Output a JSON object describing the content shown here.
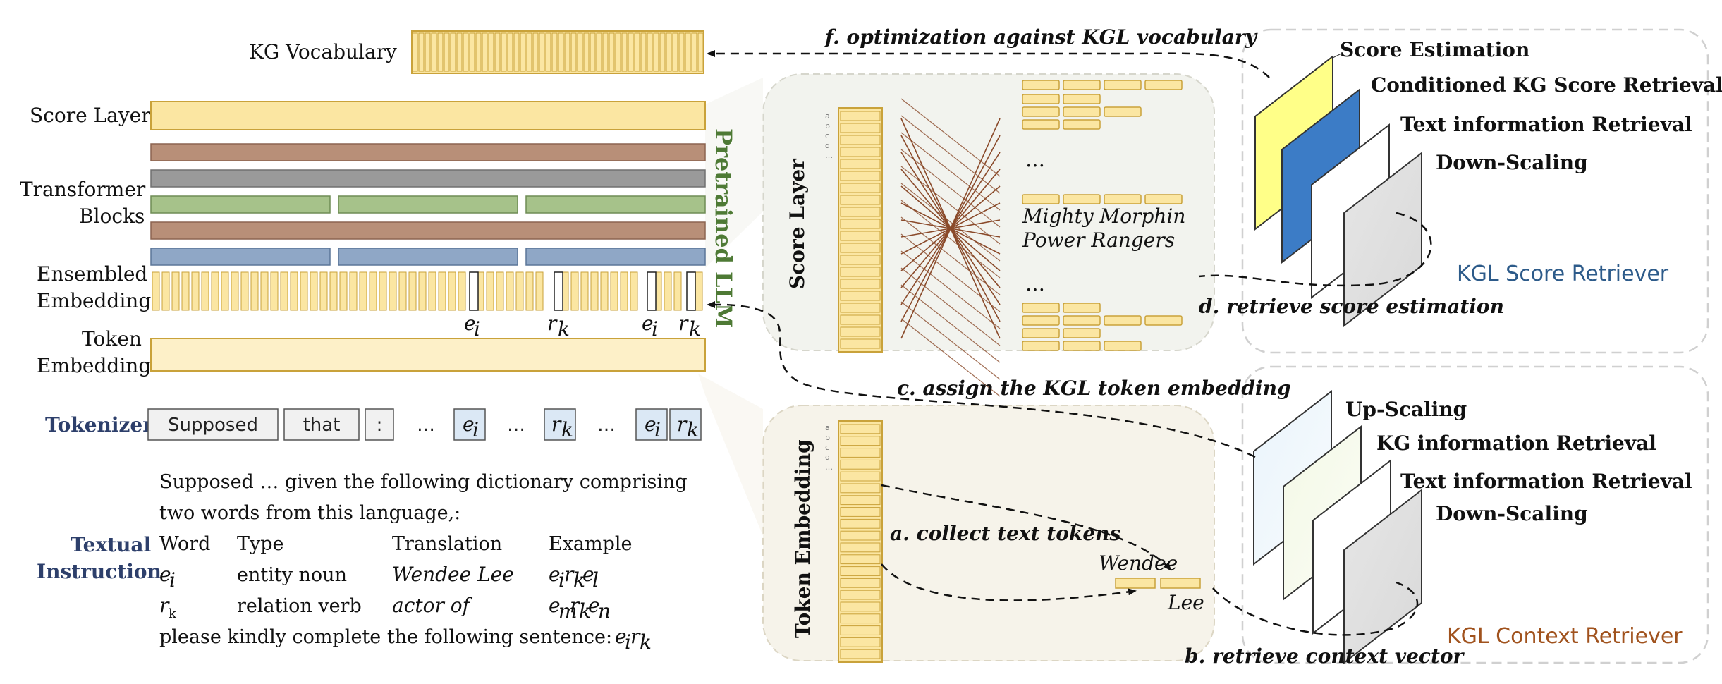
{
  "colors": {
    "yellow_fill": "#fbe6a2",
    "yellow_stroke": "#c9a23a",
    "brown_block": "#b88f78",
    "gray_block": "#9a9a9a",
    "green_block": "#a6c28a",
    "blue_block": "#8fa7c6",
    "pretrained_green": "#4e7a35",
    "score_retriever_blue": "#2d5b8a",
    "context_retriever_brown": "#a0521d",
    "tokenizer_blue": "#2d3f6b",
    "cross_lines": "#8a4a2a",
    "panel_bg": "#f2f2ec",
    "ki_token_fill": "#dbe8f5"
  },
  "left": {
    "kg_vocabulary": "KG Vocabulary",
    "score_layer": "Score Layer",
    "transformer_line1": "Transformer",
    "transformer_line2": "Blocks",
    "ensembled_line1": "Ensembled",
    "ensembled_line2": "Embedding",
    "token_line1": "Token",
    "token_line2": "Embedding",
    "pretrained_llm": "Pretrained LLM",
    "tokenizer": "Tokenizer",
    "tokens": [
      "Supposed",
      "that",
      ":",
      "…",
      "e",
      "…",
      "r",
      "…",
      "e",
      "r"
    ],
    "sym_e": "e",
    "sym_r": "r",
    "sub_i": "i",
    "sub_k": "k"
  },
  "instruction": {
    "label_line1": "Textual",
    "label_line2": "Instruction",
    "line1": "Supposed … given the following dictionary comprising",
    "line2": "two words from this language,:",
    "headers": [
      "Word",
      "Type",
      "Translation",
      "Example"
    ],
    "row1_type": "entity noun",
    "row1_translation": "Wendee Lee",
    "row2_type": "relation verb",
    "row2_translation": "actor of",
    "last_line": "please kindly complete the following sentence:",
    "sub_l": "l",
    "sub_m": "m",
    "sub_n": "n",
    "sub_k_row": "k"
  },
  "middle": {
    "score_layer": "Score Layer",
    "token_embedding": "Token Embedding",
    "ellipsis": "…",
    "entity_line1": "Mighty Morphin",
    "entity_line2": "Power Rangers",
    "col_letters": [
      "a",
      "b",
      "c",
      "d",
      "…"
    ],
    "wendee": "Wendee",
    "lee": "Lee"
  },
  "arrows": {
    "f": "f. optimization against KGL vocabulary",
    "d": "d. retrieve score estimation",
    "c": "c. assign the KGL token embedding",
    "a": "a. collect text tokens",
    "b": "b. retrieve context vector"
  },
  "score_retriever": {
    "layers": [
      "Score Estimation",
      "Conditioned KG Score Retrieval",
      "Text information Retrieval",
      "Down-Scaling"
    ],
    "title": "KGL Score Retriever"
  },
  "context_retriever": {
    "layers": [
      "Up-Scaling",
      "KG information Retrieval",
      "Text information Retrieval",
      "Down-Scaling"
    ],
    "title": "KGL Context Retriever"
  }
}
